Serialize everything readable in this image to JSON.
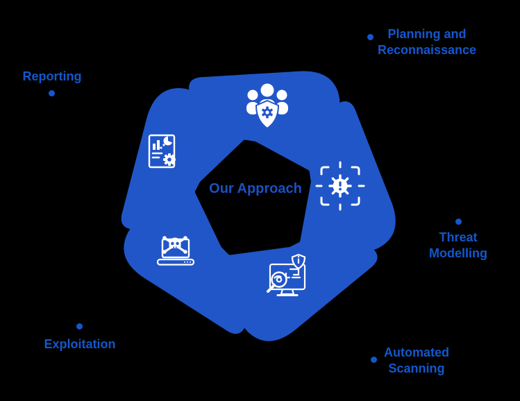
{
  "colors": {
    "background": "#000000",
    "blade": "#2156c8",
    "label_text": "#1457cc",
    "center_text": "#1c50c0",
    "icon": "#ffffff"
  },
  "diagram": {
    "center_title": "Our Approach",
    "stages": [
      {
        "id": "planning",
        "label_line1": "Planning and",
        "label_line2": "Reconnaissance",
        "icon": "team-shield-icon",
        "position": "top-right"
      },
      {
        "id": "threat",
        "label_line1": "Threat",
        "label_line2": "Modelling",
        "icon": "virus-target-icon",
        "position": "right"
      },
      {
        "id": "scanning",
        "label_line1": "Automated",
        "label_line2": "Scanning",
        "icon": "scan-monitor-icon",
        "position": "bottom-right"
      },
      {
        "id": "exploitation",
        "label_line1": "Exploitation",
        "label_line2": "",
        "icon": "laptop-skull-icon",
        "position": "bottom-left"
      },
      {
        "id": "reporting",
        "label_line1": "Reporting",
        "label_line2": "",
        "icon": "report-chart-icon",
        "position": "top-left"
      }
    ]
  }
}
